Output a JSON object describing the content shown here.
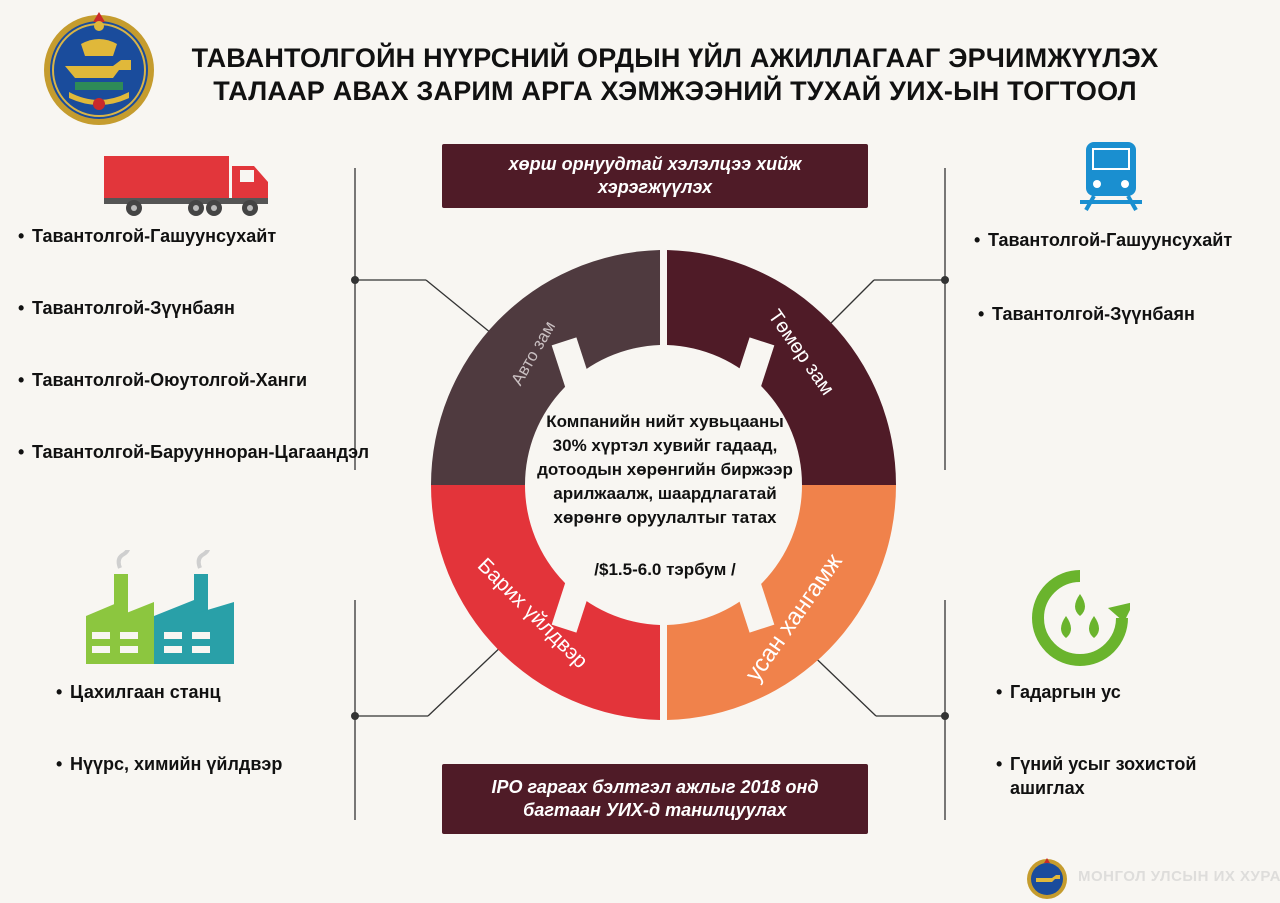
{
  "title": {
    "line1": "ТАВАНТОЛГОЙН НҮҮРСНИЙ ОРДЫН ҮЙЛ АЖИЛЛАГААГ ЭРЧИМЖҮҮЛЭХ",
    "line2": "ТАЛААР АВАХ ЗАРИМ АРГА ХЭМЖЭЭНИЙ ТУХАЙ УИХ-ЫН ТОГТООЛ"
  },
  "top_banner": {
    "line1": "хөрш орнуудтай хэлэлцээ хийж",
    "line2": "хэрэгжүүлэх"
  },
  "bottom_banner": {
    "line1": "IPO гаргах бэлтгэл ажлыг 2018 онд",
    "line2": "багтаан УИХ-д танилцуулах"
  },
  "ring": {
    "segments": [
      {
        "label": "Авто зам",
        "color": "#4f3a3f"
      },
      {
        "label": "Төмөр зам",
        "color": "#4f1b27"
      },
      {
        "label": "Барих үйлдвэр",
        "color": "#e3343a"
      },
      {
        "label": "усан хангамж",
        "color": "#f0824b"
      }
    ]
  },
  "center": {
    "lines": [
      "Компанийн нийт хувьцааны",
      "30% хүртэл хувийг гадаад,",
      "дотоодын хөрөнгийн биржээр",
      "арилжаалж, шаардлагатай",
      "хөрөнгө оруулалтыг татах"
    ],
    "price": "/$1.5-6.0 тэрбум /"
  },
  "road": {
    "icon": "truck-icon",
    "items": [
      "Тавантолгой-Гашуунсухайт",
      "Тавантолгой-Зүүнбаян",
      "Тавантолгой-Оюутолгой-Ханги",
      "Тавантолгой-Баруунноран-Цагаандэл"
    ]
  },
  "rail": {
    "icon": "train-icon",
    "items": [
      "Тавантолгой-Гашуунсухайт",
      "Тавантолгой-Зүүнбаян"
    ]
  },
  "factory": {
    "icon": "factory-icon",
    "items": [
      "Цахилгаан станц",
      "Нүүрс, химийн үйлдвэр"
    ]
  },
  "water": {
    "icon": "water-recycle-icon",
    "items": [
      "Гадаргын ус",
      "Гүний усыг зохистой",
      "ашиглах"
    ]
  },
  "footer": {
    "org": "МОНГОЛ УЛСЫН ИХ ХУРАЛ"
  },
  "colors": {
    "dark_maroon": "#4f1b27",
    "dark_brown": "#4f3a3f",
    "red": "#e3343a",
    "orange": "#f0824b",
    "truck_red": "#e2363b",
    "factory_green": "#8cc63f",
    "factory_teal": "#29a0a8",
    "water_green": "#6ab42d",
    "train_blue": "#1a8fd0"
  }
}
